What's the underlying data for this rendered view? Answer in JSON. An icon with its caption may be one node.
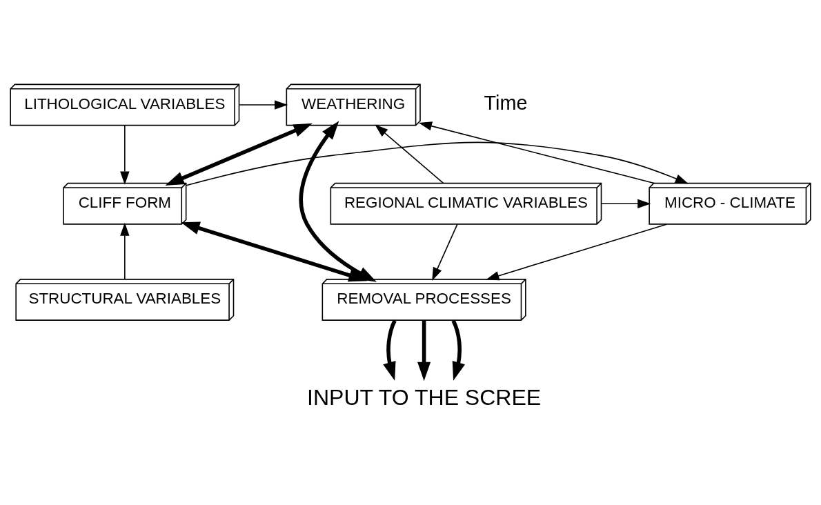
{
  "diagram": {
    "nodes": [
      {
        "text": [
          "LITHOLOGICAL VARIABLES"
        ]
      },
      {
        "text": [
          "WEATHERING"
        ]
      },
      {
        "text": [
          "CLIFF FORM"
        ]
      },
      {
        "text": [
          "MICRO - CLIMATE"
        ]
      },
      {
        "text": [
          "REGIONAL CLIMATIC VARIABLES"
        ]
      },
      {
        "text": [
          "STRUCTURAL VARIABLES"
        ]
      },
      {
        "text": [
          "REMOVAL PROCESSES"
        ]
      },
      {
        "text": [
          "INPUT TO THE SCREE"
        ]
      }
    ],
    "edges": [
      {
        "from": 0,
        "to": 1,
        "arrow": "to"
      },
      {
        "from": 0,
        "to": 2,
        "arrow": "to"
      },
      {
        "from": 2,
        "to": 1,
        "arrow": "both",
        "style": "thick"
      },
      {
        "from": 2,
        "to": 3,
        "arrow": "to"
      },
      {
        "from": 3,
        "to": 1,
        "arrow": "to"
      },
      {
        "from": 4,
        "to": 1,
        "arrow": "to"
      },
      {
        "from": 4,
        "to": 3,
        "arrow": "to"
      },
      {
        "from": 5,
        "to": 2,
        "arrow": "to"
      },
      {
        "from": 1,
        "to": 6,
        "arrow": "both",
        "style": "thick"
      },
      {
        "from": 2,
        "to": 6,
        "arrow": "both",
        "style": "thick"
      },
      {
        "from": 3,
        "to": 6,
        "arrow": "to"
      },
      {
        "from": 4,
        "to": 6,
        "arrow": "to"
      },
      {
        "from": 6,
        "to": 7,
        "arrow": "to",
        "style": "thick"
      },
      {
        "from": 6,
        "to": 7,
        "arrow": "to",
        "style": "thick"
      },
      {
        "from": 6,
        "to": 7,
        "arrow": "to",
        "style": "thick"
      }
    ],
    "labels": [
      "Time"
    ]
  }
}
